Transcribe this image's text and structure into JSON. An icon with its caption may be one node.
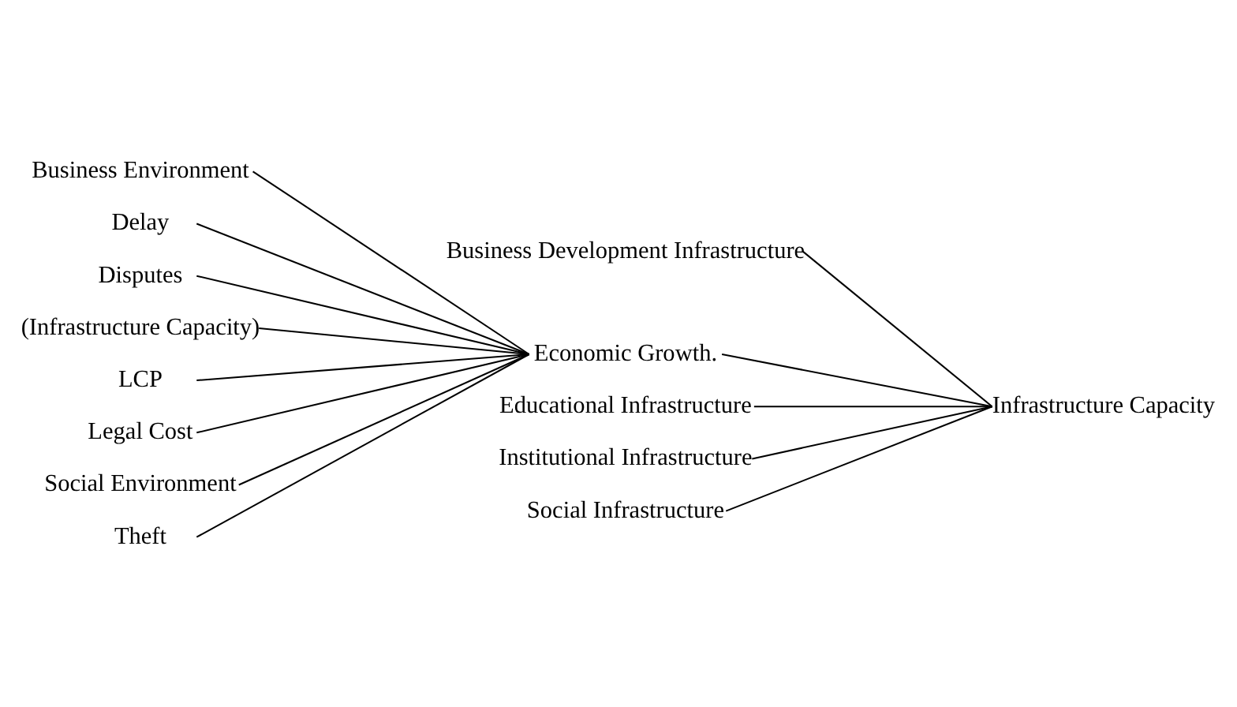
{
  "diagram": {
    "nodes": [
      {
        "text": [
          "Business Development Infrastructure"
        ]
      },
      {
        "text": [
          "Business Environment"
        ]
      },
      {
        "text": [
          "Delay"
        ]
      },
      {
        "text": [
          "Disputes"
        ]
      },
      {
        "text": [
          "(Infrastructure Capacity)"
        ]
      },
      {
        "text": [
          "Economic Growth."
        ]
      },
      {
        "text": [
          "LCP"
        ]
      },
      {
        "text": [
          "Legal Cost"
        ]
      },
      {
        "text": [
          "Social Environment"
        ]
      },
      {
        "text": [
          "Theft"
        ]
      },
      {
        "text": [
          "Infrastructure Capacity"
        ]
      },
      {
        "text": [
          "Educational Infrastructure"
        ]
      },
      {
        "text": [
          "Institutional Infrastructure"
        ]
      },
      {
        "text": [
          "Social Infrastructure"
        ]
      }
    ],
    "edges": [
      {
        "from": 0,
        "to": 10,
        "arrow": "none"
      },
      {
        "from": 1,
        "to": 5,
        "arrow": "none"
      },
      {
        "from": 2,
        "to": 5,
        "arrow": "none"
      },
      {
        "from": 3,
        "to": 5,
        "arrow": "none"
      },
      {
        "from": 4,
        "to": 5,
        "arrow": "none"
      },
      {
        "from": 6,
        "to": 5,
        "arrow": "none"
      },
      {
        "from": 7,
        "to": 5,
        "arrow": "none"
      },
      {
        "from": 8,
        "to": 5,
        "arrow": "none"
      },
      {
        "from": 9,
        "to": 5,
        "arrow": "none"
      },
      {
        "from": 5,
        "to": 10,
        "arrow": "none"
      },
      {
        "from": 11,
        "to": 10,
        "arrow": "none"
      },
      {
        "from": 12,
        "to": 10,
        "arrow": "none"
      },
      {
        "from": 13,
        "to": 10,
        "arrow": "none"
      }
    ]
  }
}
